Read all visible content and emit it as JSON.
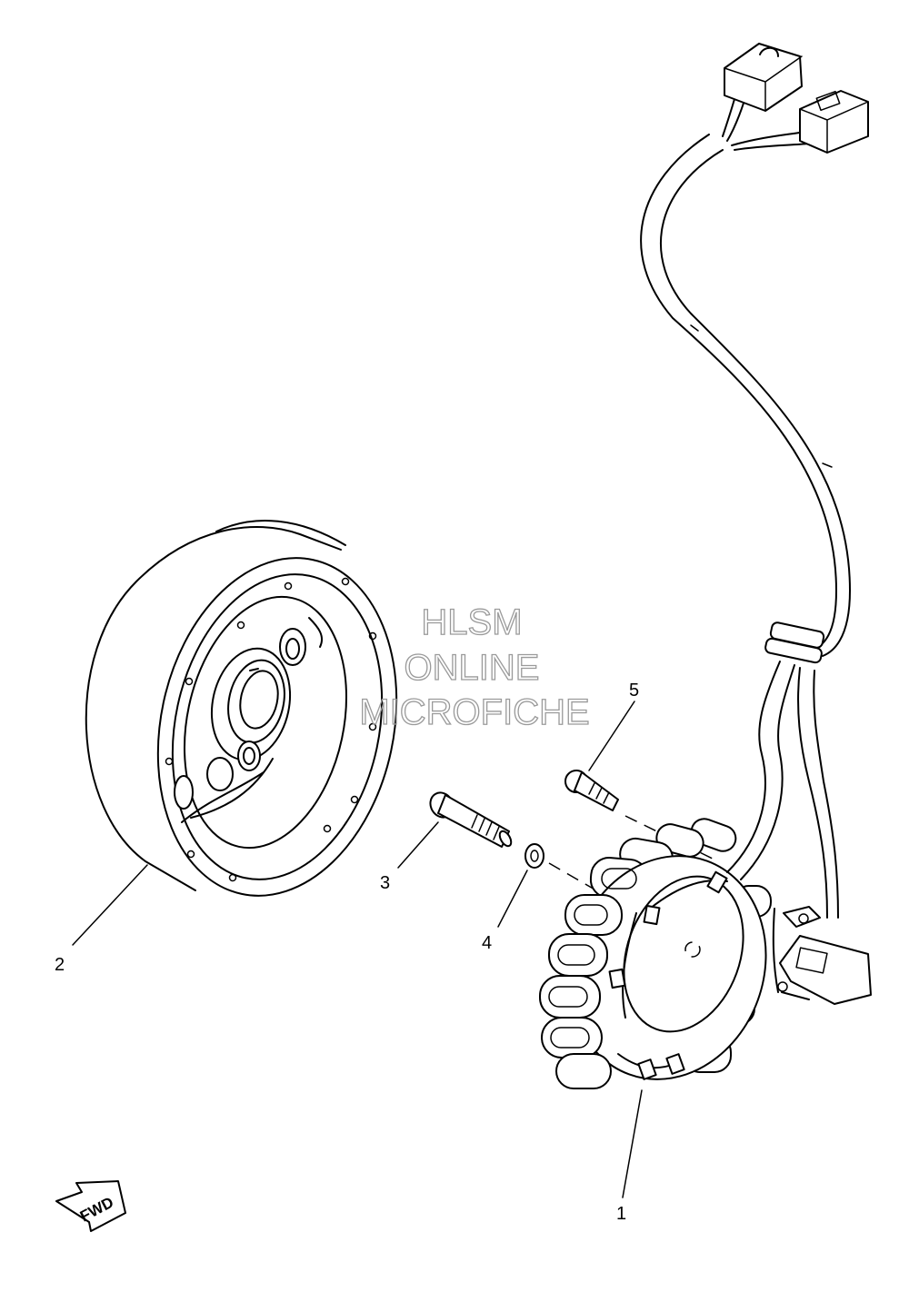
{
  "callouts": [
    {
      "label": "1"
    },
    {
      "label": "2"
    },
    {
      "label": "3"
    },
    {
      "label": "4"
    },
    {
      "label": "5"
    }
  ],
  "watermark": {
    "line1": "HLSM",
    "line2": "ONLINE",
    "line3": "MICROFICHE"
  },
  "direction_arrow": {
    "label": "FWD"
  }
}
